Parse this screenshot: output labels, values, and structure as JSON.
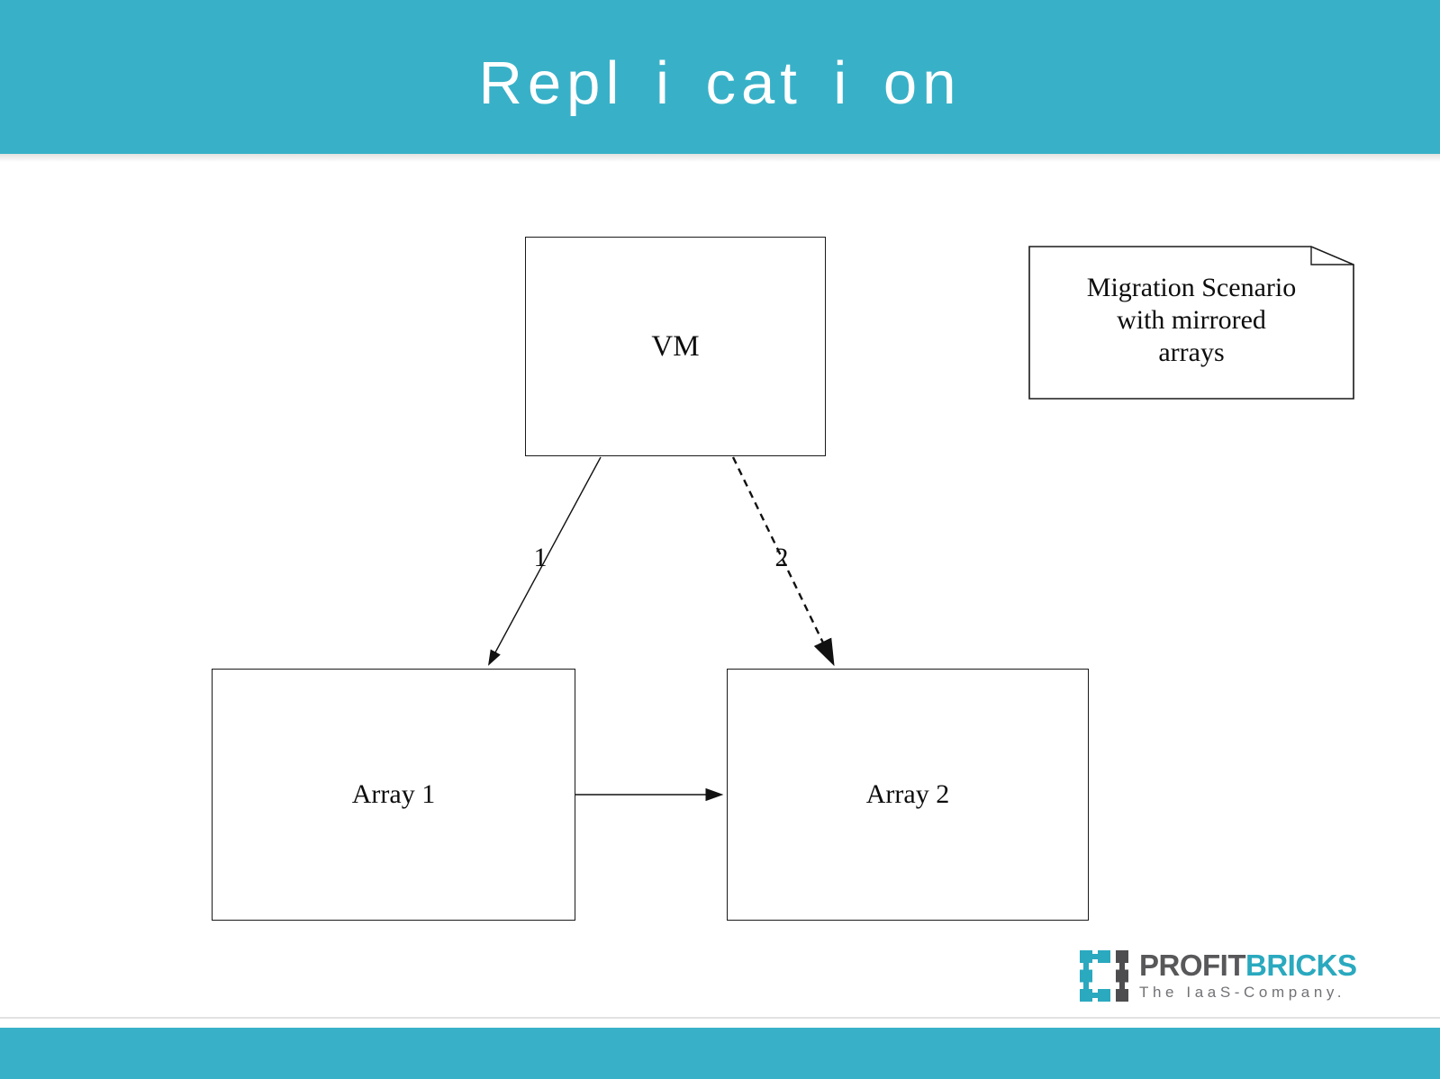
{
  "slide": {
    "title": "Repl i cat i on"
  },
  "diagram": {
    "vm": {
      "label": "VM"
    },
    "array1": {
      "label": "Array 1"
    },
    "array2": {
      "label": "Array 2"
    },
    "note": {
      "lines": [
        "Migration Scenario",
        "with mirrored",
        "arrays"
      ]
    },
    "arrows": [
      {
        "from": "VM",
        "to": "Array 1",
        "label": "1",
        "style": "solid"
      },
      {
        "from": "VM",
        "to": "Array 2",
        "label": "2",
        "style": "dashed"
      },
      {
        "from": "Array 1",
        "to": "Array 2",
        "label": "",
        "style": "solid"
      }
    ]
  },
  "footer_logo": {
    "brand_part1": "PROFIT",
    "brand_part2": "BRICKS",
    "tagline": "The IaaS-Company."
  },
  "colors": {
    "accent": "#38b1c8",
    "logo-teal": "#2aa9bf",
    "logo-dark": "#4d4d4f",
    "brand-gray": "#58585a",
    "tagline-gray": "#717276",
    "line-black": "#1a1a1a"
  }
}
